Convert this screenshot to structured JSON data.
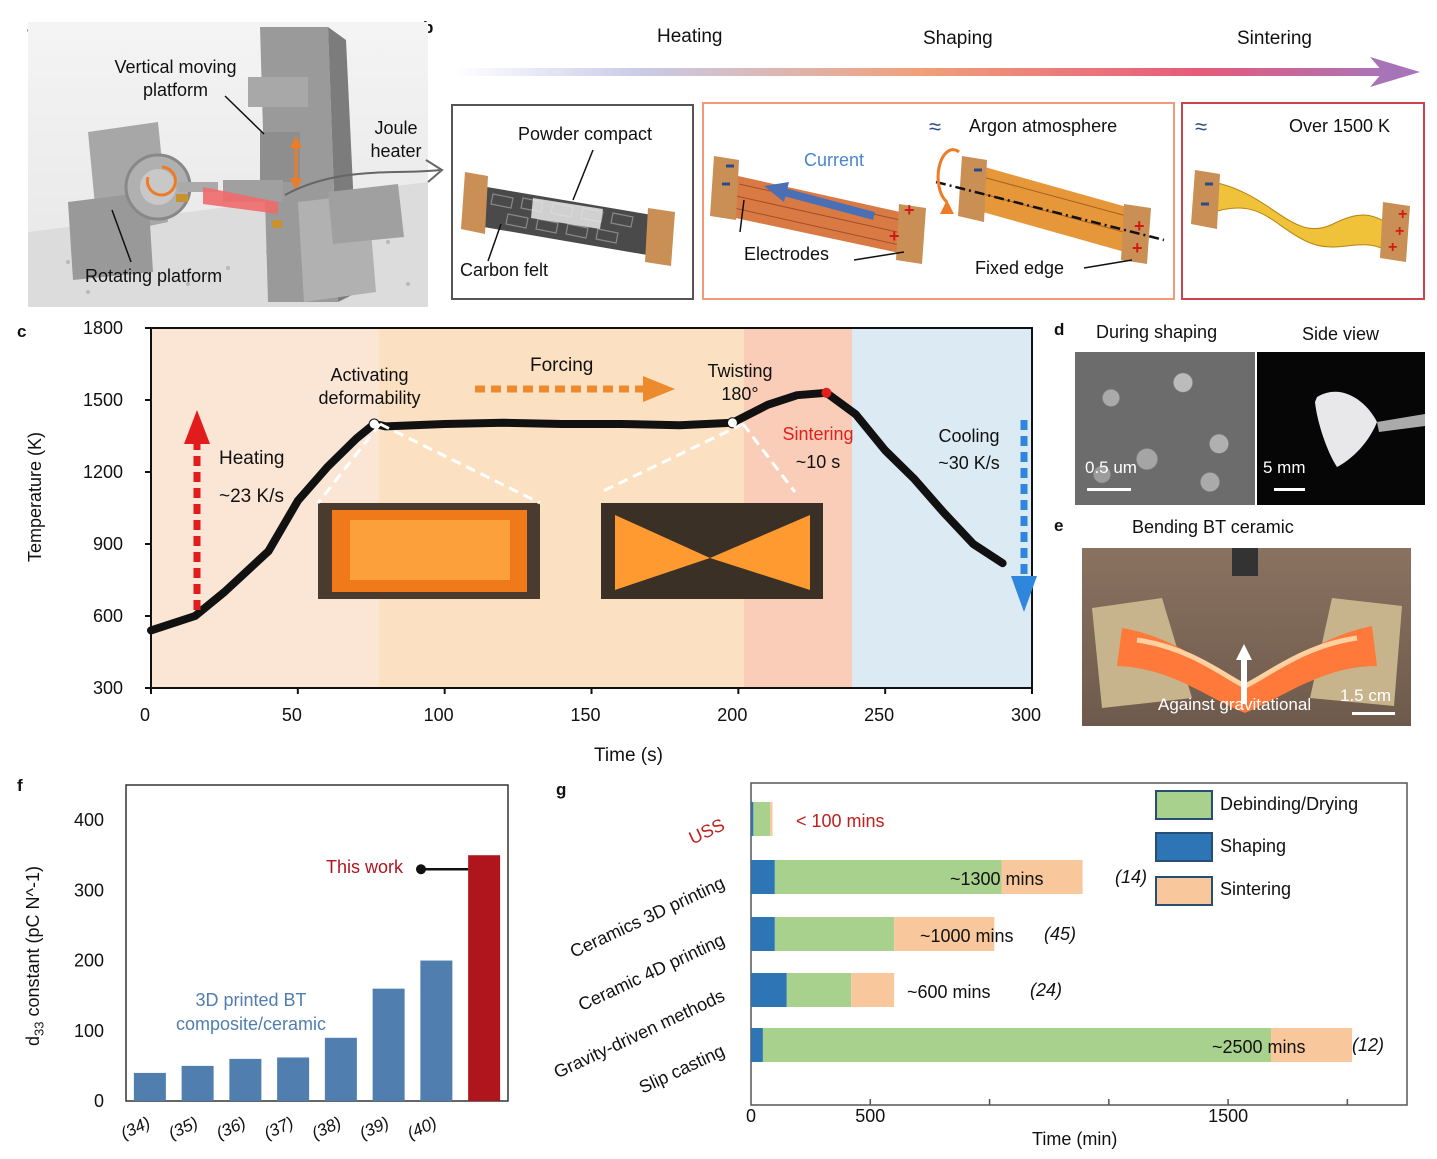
{
  "panels": {
    "a": "a",
    "b": "b",
    "c": "c",
    "d": "d",
    "e": "e",
    "f": "f",
    "g": "g"
  },
  "panel_a": {
    "vertical": [
      "Vertical moving",
      "platform"
    ],
    "joule": [
      "Joule",
      "heater"
    ],
    "rotating": "Rotating platform"
  },
  "panel_b": {
    "stages": [
      "Heating",
      "Shaping",
      "Sintering"
    ],
    "powder": "Powder compact",
    "carbon": "Carbon felt",
    "argon": "Argon atmosphere",
    "current": "Current",
    "electrodes": "Electrodes",
    "fixed": "Fixed edge",
    "over": "Over 1500 K",
    "wave": "≈"
  },
  "panel_c": {
    "ylabel": "Temperature (K)",
    "xlabel": "Time (s)",
    "yticks": [
      "1800",
      "1500",
      "1200",
      "900",
      "600",
      "300"
    ],
    "xticks": [
      "0",
      "50",
      "100",
      "150",
      "200",
      "250",
      "300"
    ],
    "heating": [
      "Heating",
      "~23 K/s"
    ],
    "activating": [
      "Activating",
      "deformability"
    ],
    "forcing": "Forcing",
    "twisting": [
      "Twisting",
      "180°"
    ],
    "sintering": [
      "Sintering",
      "~10 s"
    ],
    "cooling": [
      "Cooling",
      "~30 K/s"
    ]
  },
  "panel_d": {
    "title1": "During shaping",
    "title2": "Side view",
    "scale1": "0.5 um",
    "scale2": "5 mm"
  },
  "panel_e": {
    "title": "Bending BT ceramic",
    "against": "Against gravitational",
    "scale": "1.5 cm"
  },
  "panel_f": {
    "ylabel_pre": "d",
    "ylabel_sub": "33",
    "ylabel_post": " constant (pC N^-1)",
    "annot": "This work",
    "group": [
      "3D printed BT",
      "composite/ceramic"
    ]
  },
  "panel_g": {
    "xlabel": "Time (min)",
    "legend": [
      "Debinding/Drying",
      "Shaping",
      "Sintering"
    ],
    "annot": [
      "< 100 mins",
      "~1300 mins",
      "~1000 mins",
      "~600 mins",
      "~2500 mins"
    ],
    "refs": [
      "",
      "(14)",
      "(45)",
      "(24)",
      "(12)"
    ]
  },
  "colors": {
    "heat": "#fbe6d6",
    "shape": "#fbe1c2",
    "sinter": "#f9cdb8",
    "cool": "#dcebf3",
    "bar": "#4f7eaf",
    "work": "#b0141d",
    "dry": "#a9d18e",
    "shp": "#2e75b6",
    "sint": "#f8c79c"
  },
  "chart_data": [
    {
      "type": "line",
      "xlabel": "Time (s)",
      "ylabel": "Temperature (K)",
      "xlim": [
        0,
        300
      ],
      "ylim": [
        300,
        1800
      ],
      "x": [
        0,
        15,
        25,
        40,
        50,
        60,
        70,
        76,
        80,
        100,
        120,
        140,
        160,
        180,
        198,
        210,
        220,
        230,
        240,
        250,
        260,
        270,
        280,
        290
      ],
      "y": [
        540,
        600,
        700,
        870,
        1080,
        1220,
        1340,
        1400,
        1390,
        1400,
        1405,
        1400,
        1400,
        1395,
        1405,
        1480,
        1520,
        1530,
        1440,
        1290,
        1170,
        1030,
        900,
        820
      ]
    },
    {
      "type": "bar",
      "ylabel": "d33 constant (pC N^-1)",
      "ylim": [
        0,
        450
      ],
      "categories": [
        "(34)",
        "(35)",
        "(36)",
        "(37)",
        "(38)",
        "(39)",
        "(40)",
        "This work"
      ],
      "values": [
        40,
        50,
        60,
        62,
        90,
        160,
        200,
        350
      ]
    },
    {
      "type": "bar",
      "orientation": "horizontal",
      "stacked": true,
      "xlabel": "Time (min)",
      "xlim": [
        0,
        2750
      ],
      "categories": [
        "USS",
        "Ceramics 3D printing",
        "Ceramic 4D printing",
        "Gravity-driven methods",
        "Slip casting"
      ],
      "series": [
        {
          "name": "Debinding/Drying",
          "values": [
            70,
            950,
            500,
            270,
            2130
          ]
        },
        {
          "name": "Shaping",
          "values": [
            10,
            100,
            100,
            150,
            50
          ]
        },
        {
          "name": "Sintering",
          "values": [
            10,
            340,
            420,
            180,
            340
          ]
        }
      ],
      "xticks": [
        "0",
        "500",
        "1500"
      ]
    }
  ]
}
